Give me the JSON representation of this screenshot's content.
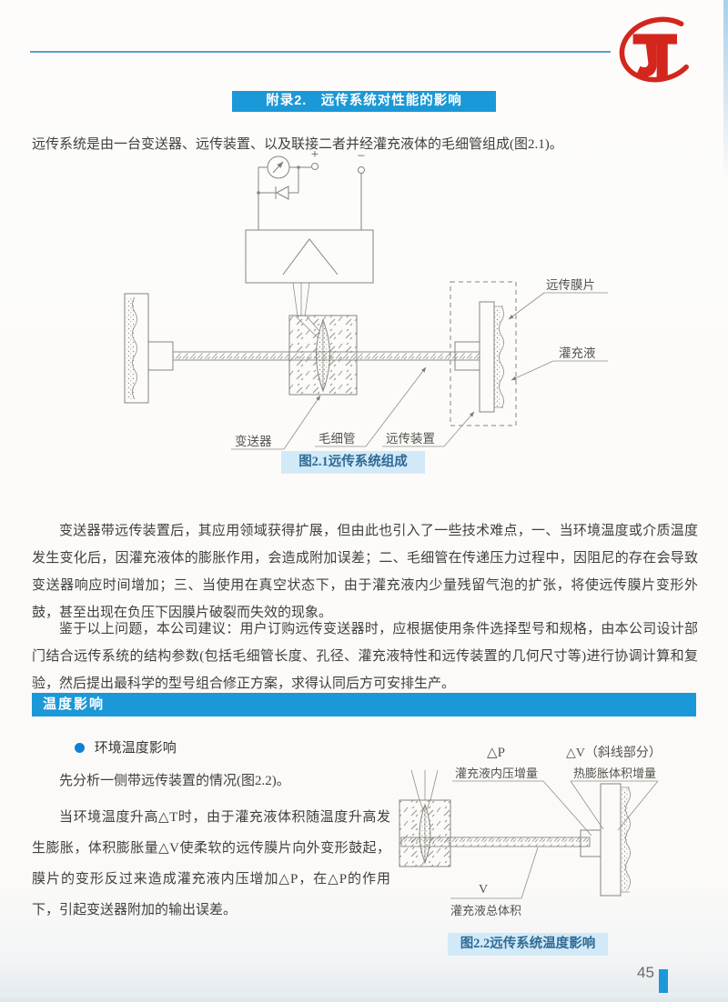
{
  "page": {
    "logo_text": "JT",
    "page_number": "45"
  },
  "colors": {
    "accent_blue": "#1b98d7",
    "caption_bg": "#d2eaf8",
    "caption_text": "#2f6a96",
    "logo_red": "#d3261d",
    "body_text": "#3f3f3c"
  },
  "appendix": {
    "title": "附录2.　远传系统对性能的影响",
    "intro": "远传系统是由一台变送器、远传装置、以及联接二者并经灌充液体的毛细管组成(图2.1)。",
    "para2": "变送器带远传装置后，其应用领域获得扩展，但由此也引入了一些技术难点，一、当环境温度或介质温度发生变化后，因灌充液体的膨胀作用，会造成附加误差；二、毛细管在传递压力过程中，因阻尼的存在会导致变送器响应时间增加；三、当使用在真空状态下，由于灌充液内少量残留气泡的扩张，将使远传膜片变形外鼓，甚至出现在负压下因膜片破裂而失效的现象。",
    "para3": "鉴于以上问题，本公司建议：用户订购远传变送器时，应根据使用条件选择型号和规格，由本公司设计部门结合远传系统的结构参数(包括毛细管长度、孔径、灌充液特性和远传装置的几何尺寸等)进行协调计算和复验，然后提出最科学的型号组合修正方案，求得认同后方可安排生产。"
  },
  "figure1": {
    "caption": "图2.1远传系统组成",
    "labels": {
      "plus": "+",
      "minus": "−",
      "remote_diaphragm": "远传膜片",
      "fill_liquid": "灌充液",
      "transmitter": "变送器",
      "capillary": "毛细管",
      "remote_device": "远传装置"
    }
  },
  "temperature_section": {
    "header": "温度影响",
    "bullet": "环境温度影响",
    "para1": "先分析一侧带远传装置的情况(图2.2)。",
    "para2": "当环境温度升高△T时，由于灌充液体积随温度升高发生膨胀，体积膨胀量△V使柔软的远传膜片向外变形鼓起，膜片的变形反过来造成灌充液内压增加△P，在△P的作用下，引起变送器附加的输出误差。"
  },
  "figure2": {
    "caption": "图2.2远传系统温度影响",
    "labels": {
      "dp": "△P",
      "dp_desc": "灌充液内压增量",
      "dv": "△V（斜线部分）",
      "dv_desc": "热膨胀体积增量",
      "v": "V",
      "v_desc": "灌充液总体积"
    }
  }
}
